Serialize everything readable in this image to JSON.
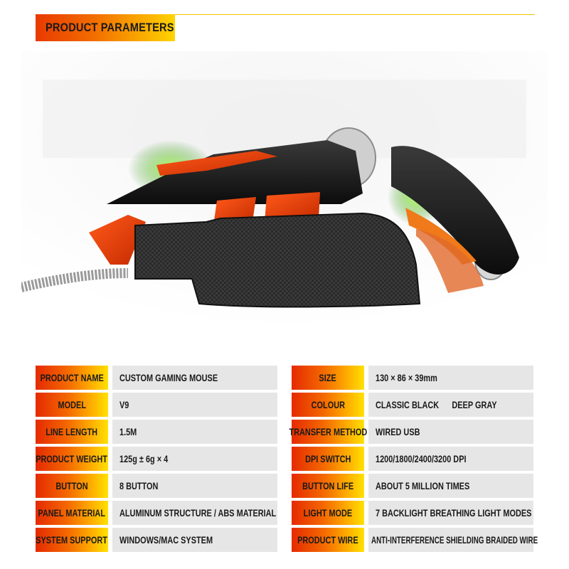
{
  "header": {
    "title": "PRODUCT PARAMETERS"
  },
  "colors": {
    "accent_start": "#e52a00",
    "accent_end": "#ffe100",
    "row_bg": "#e6e6e6"
  },
  "image": {
    "subject": "mouse-photo"
  },
  "specs_left": [
    {
      "label": "PRODUCT NAME",
      "value": "CUSTOM GAMING MOUSE"
    },
    {
      "label": "MODEL",
      "value": "V9"
    },
    {
      "label": "LINE LENGTH",
      "value": "1.5M"
    },
    {
      "label": "PRODUCT WEIGHT",
      "value": "125g ± 6g × 4"
    },
    {
      "label": "BUTTON",
      "value": "8 BUTTON"
    },
    {
      "label": "PANEL MATERIAL",
      "value": "ALUMINUM STRUCTURE / ABS MATERIAL"
    },
    {
      "label": "SYSTEM SUPPORT",
      "value": "WINDOWS/MAC SYSTEM"
    }
  ],
  "specs_right": [
    {
      "label": "SIZE",
      "value": "130 × 86 × 39mm"
    },
    {
      "label": "COLOUR",
      "value": "CLASSIC BLACK      DEEP GRAY"
    },
    {
      "label": "TRANSFER METHOD",
      "value": "WIRED USB"
    },
    {
      "label": "DPI SWITCH",
      "value": "1200/1800/2400/3200 DPI"
    },
    {
      "label": "BUTTON LIFE",
      "value": "ABOUT 5 MILLION TIMES"
    },
    {
      "label": "LIGHT MODE",
      "value": "7 BACKLIGHT BREATHING LIGHT MODES"
    },
    {
      "label": "PRODUCT WIRE",
      "value": "ANTI-INTERFERENCE SHIELDING BRAIDED WIRE"
    }
  ]
}
